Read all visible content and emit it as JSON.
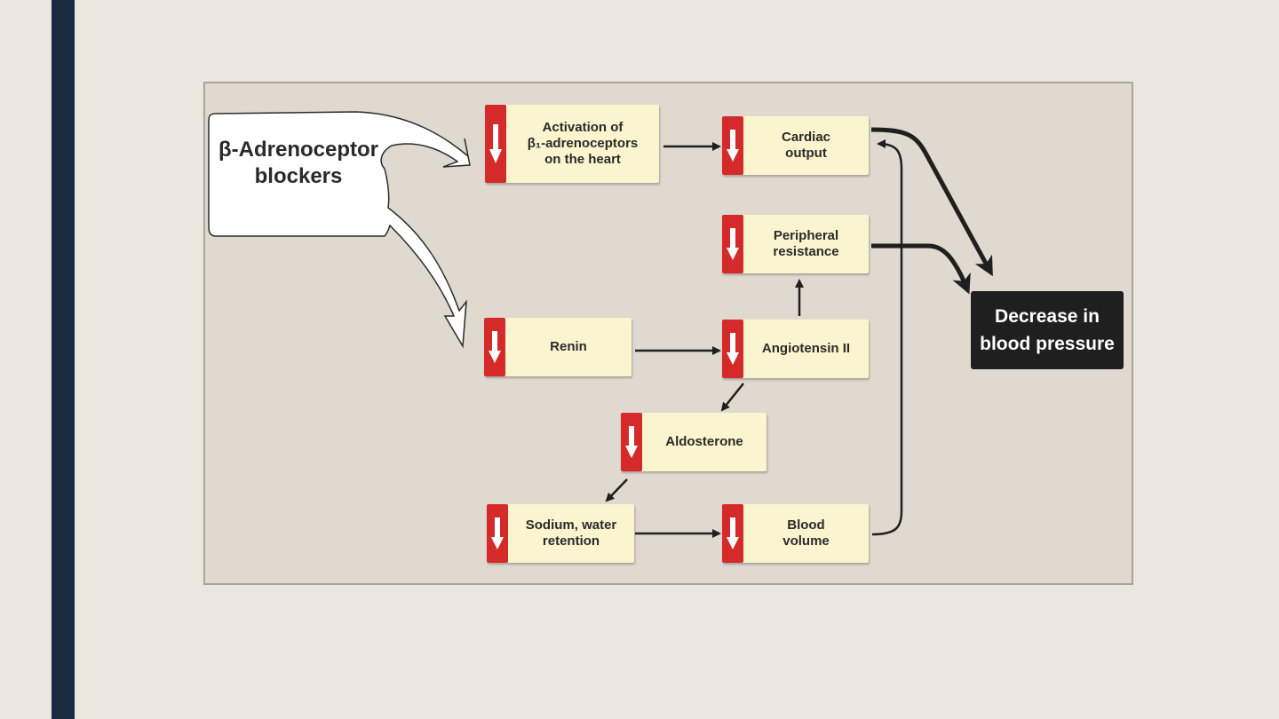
{
  "diagram": {
    "drug_label": "β-Adrenoceptor\nblockers",
    "nodes": {
      "activation": "Activation of\nβ₁-adrenoceptors\non the heart",
      "cardiac_output": "Cardiac\noutput",
      "peripheral_resistance": "Peripheral\nresistance",
      "renin": "Renin",
      "angiotensin": "Angiotensin II",
      "aldosterone": "Aldosterone",
      "sodium_water": "Sodium, water\nretention",
      "blood_volume": "Blood\nvolume"
    },
    "outcome": "Decrease in\nblood pressure",
    "colors": {
      "badge": "#d52a2a",
      "box": "#fbf5cf",
      "outcome": "#1f1f1f"
    },
    "icons": {
      "decrease": "down-arrow-icon"
    }
  }
}
